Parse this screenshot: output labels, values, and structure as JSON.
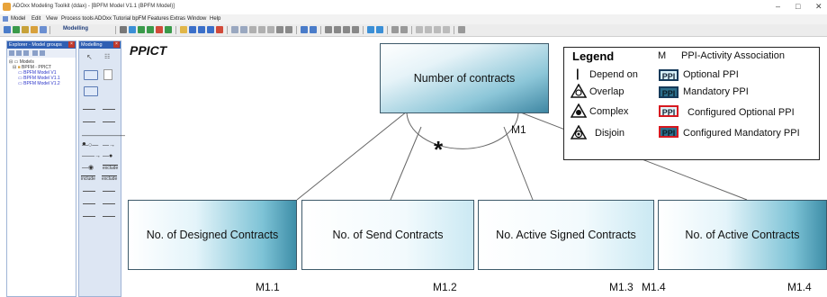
{
  "window": {
    "title": "ADOxx Modeling Toolkit (ddax) - [BPFM Model V1.1 (BPFM Model)]",
    "min": "–",
    "max": "□",
    "close": "✕"
  },
  "menu": [
    "Model",
    "Edit",
    "View",
    "Process tools",
    "ADOxx Tutorial",
    "bpFM Features",
    "Extras",
    "Window",
    "Help"
  ],
  "toolbar": {
    "mode_label": "Modelling"
  },
  "explorer": {
    "title": "Explorer - Model groups",
    "tree": {
      "root": "Models",
      "group": "BPFM - PPICT",
      "items": [
        "BPFM Model V1",
        "BPFM Model V1.1",
        "BPFM Model V1.2"
      ]
    }
  },
  "modelling": {
    "title": "Modelling",
    "tools": {
      "exclude1": "exclude",
      "include": "include",
      "exclude2": "exclude"
    }
  },
  "canvas": {
    "model_name": "PPICT",
    "root": {
      "label": "Number of contracts",
      "mlabel": "M1"
    },
    "children": [
      {
        "label": "No. of Designed Contracts",
        "mlabel": "M1.1"
      },
      {
        "label": "No. of Send Contracts",
        "mlabel": "M1.2"
      },
      {
        "label": "No. Active Signed Contracts",
        "mlabel": "M1.3"
      },
      {
        "label": "No. of Active Contracts",
        "mlabel": "M1.4"
      }
    ],
    "extra_mlabel": "M1.4",
    "decomposition_symbol": "*"
  },
  "legend": {
    "title": "Legend",
    "m_symbol": "M",
    "m_desc": "PPI-Activity Association",
    "depend_symbol": "|",
    "depend_desc": "Depend on",
    "overlap": "Overlap",
    "complex": "Complex",
    "disjoin": "Disjoin",
    "ppi_text": "PPI",
    "optional": "Optional PPI",
    "mandatory": "Mandatory PPI",
    "configured_optional": "Configured Optional PPI",
    "configured_mandatory": "Configured Mandatory PPI"
  }
}
